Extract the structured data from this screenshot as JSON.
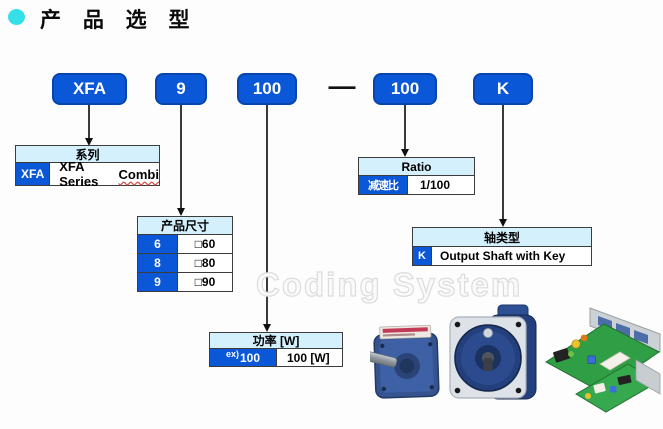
{
  "title": {
    "text": "产 品 选 型"
  },
  "model_code": {
    "segments": [
      "XFA",
      "9",
      "100",
      "100",
      "K"
    ],
    "separator": "—"
  },
  "watermark": {
    "text": "Coding System"
  },
  "tables": {
    "series": {
      "header": "系列",
      "code": "XFA",
      "desc_prefix": "XFA Series ",
      "desc_marked": "Combi"
    },
    "size": {
      "header": "产品尺寸",
      "rows": [
        {
          "code": "6",
          "desc": "□60"
        },
        {
          "code": "8",
          "desc": "□80"
        },
        {
          "code": "9",
          "desc": "□90"
        }
      ]
    },
    "power": {
      "header": "功率 [W]",
      "code_prefix": "ex)",
      "code": "100",
      "desc": "100 [W]"
    },
    "ratio": {
      "header": "Ratio",
      "code": "减速比",
      "desc": "1/100"
    },
    "shaft": {
      "header": "轴类型",
      "code": "K",
      "desc": "Output Shaft with Key"
    }
  },
  "photos": {
    "gearhead": "blue gearhead with output shaft",
    "motor": "blue induction motor with silver flange",
    "driver_boards": "green driver circuit boards"
  },
  "colors": {
    "accent_blue": "#0a58d8",
    "header_cyan": "#d4f0fc",
    "bullet_cyan": "#35dfe8",
    "line_dark": "#3a3a3a",
    "misspell_red": "#d9534f"
  }
}
